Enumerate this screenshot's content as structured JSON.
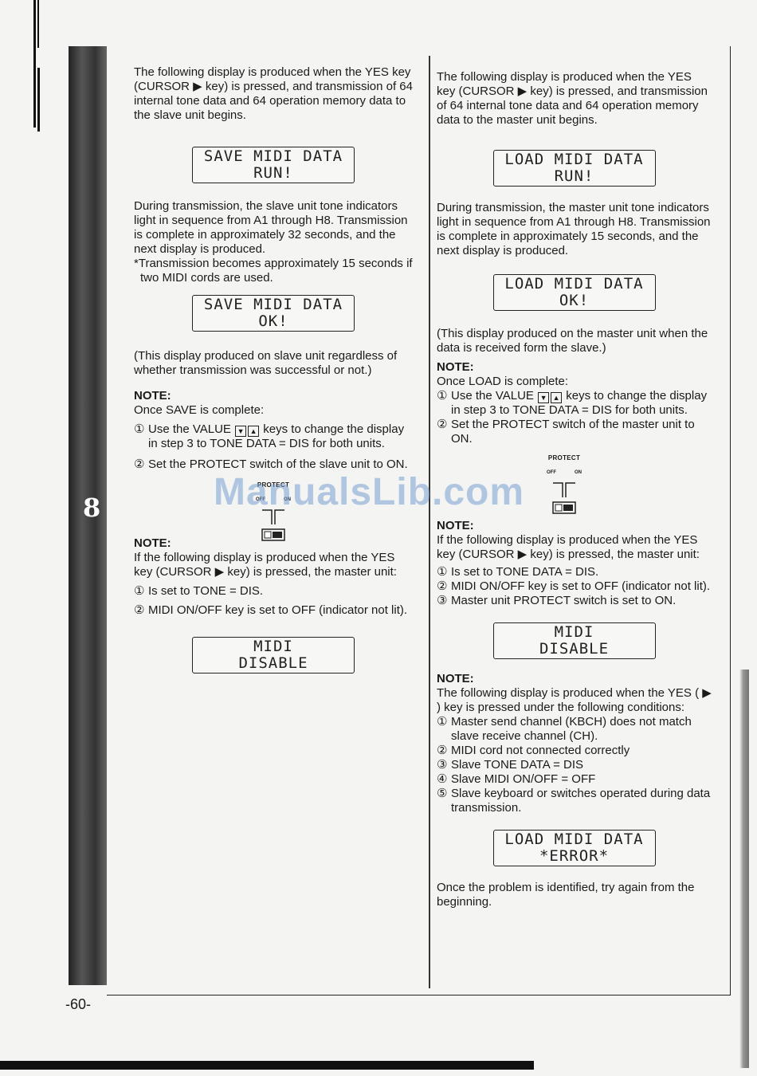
{
  "page_number": "-60-",
  "chapter_tab": "8",
  "watermark": "ManualsLib.com",
  "left": {
    "intro": "The following display is produced when the YES key (CURSOR ▶ key) is pressed, and transmission of 64 internal tone data and 64 operation memory data to the slave unit begins.",
    "lcd1": {
      "line1": "SAVE MIDI DATA",
      "line2": "RUN!"
    },
    "during": "During transmission, the slave unit tone indicators light in sequence from A1 through H8. Transmission is complete in approximately 32 seconds, and the next display is produced.",
    "footnote": "*Transmission becomes approximately 15 seconds if two MIDI cords are used.",
    "lcd2": {
      "line1": "SAVE MIDI DATA",
      "line2": "OK!"
    },
    "paren": "(This display produced on slave unit regardless of whether transmission was successful or not.)",
    "note1_label": "NOTE:",
    "note1_intro": "Once SAVE is complete:",
    "note1_item1_num": "①",
    "note1_item1_a": "Use the VALUE",
    "note1_item1_b": "keys to change the display in step 3 to TONE DATA = DIS for both units.",
    "note1_item2_num": "②",
    "note1_item2": "Set the PROTECT switch of the slave unit to ON.",
    "protect_label": "PROTECT",
    "protect_off": "OFF",
    "protect_on": "ON",
    "note2_label": "NOTE:",
    "note2_intro": "If the following display is produced when the YES key (CURSOR ▶ key) is pressed, the master unit:",
    "note2_item1_num": "①",
    "note2_item1": "Is set to TONE = DIS.",
    "note2_item2_num": "②",
    "note2_item2": "MIDI ON/OFF key is set to OFF (indicator not lit).",
    "lcd3": {
      "line1": "MIDI",
      "line2": "DISABLE"
    }
  },
  "right": {
    "intro": "The following display is produced when the YES key (CURSOR ▶ key) is pressed, and transmission of 64 internal tone data and 64 operation memory data to the master unit begins.",
    "lcd1": {
      "line1": "LOAD MIDI DATA",
      "line2": "RUN!"
    },
    "during": "During transmission, the master unit tone indicators light in sequence from A1 through H8. Transmission is complete in approximately 15 seconds, and the next display is produced.",
    "lcd2": {
      "line1": "LOAD MIDI DATA",
      "line2": "OK!"
    },
    "paren": "(This display produced on the master unit when the data is received form the slave.)",
    "note1_label": "NOTE:",
    "note1_intro": "Once LOAD is complete:",
    "note1_item1_num": "①",
    "note1_item1_a": "Use the VALUE",
    "note1_item1_b": "keys to change the display in step 3 to TONE DATA = DIS for both units.",
    "note1_item2_num": "②",
    "note1_item2": "Set the PROTECT switch of the master unit to ON.",
    "protect_label": "PROTECT",
    "protect_off": "OFF",
    "protect_on": "ON",
    "note2_label": "NOTE:",
    "note2_intro": "If the following display is produced when the YES key (CURSOR ▶ key) is pressed, the master unit:",
    "note2_item1_num": "①",
    "note2_item1": "Is set to TONE DATA = DIS.",
    "note2_item2_num": "②",
    "note2_item2": "MIDI ON/OFF key is set to OFF (indicator not lit).",
    "note2_item3_num": "③",
    "note2_item3": "Master unit PROTECT switch is set to ON.",
    "lcd3": {
      "line1": "MIDI",
      "line2": "DISABLE"
    },
    "note3_label": "NOTE:",
    "note3_intro": "The following display is produced when the YES ( ▶ ) key is pressed under the following conditions:",
    "note3_item1_num": "①",
    "note3_item1": "Master send channel (KBCH) does not match slave receive channel (CH).",
    "note3_item2_num": "②",
    "note3_item2": "MIDI cord not connected correctly",
    "note3_item3_num": "③",
    "note3_item3": "Slave TONE DATA = DIS",
    "note3_item4_num": "④",
    "note3_item4": "Slave MIDI ON/OFF = OFF",
    "note3_item5_num": "⑤",
    "note3_item5": "Slave keyboard or switches operated during data transmission.",
    "lcd4": {
      "line1": "LOAD MIDI DATA",
      "line2": "*ERROR*"
    },
    "closing": "Once the problem is identified, try again from the beginning."
  }
}
